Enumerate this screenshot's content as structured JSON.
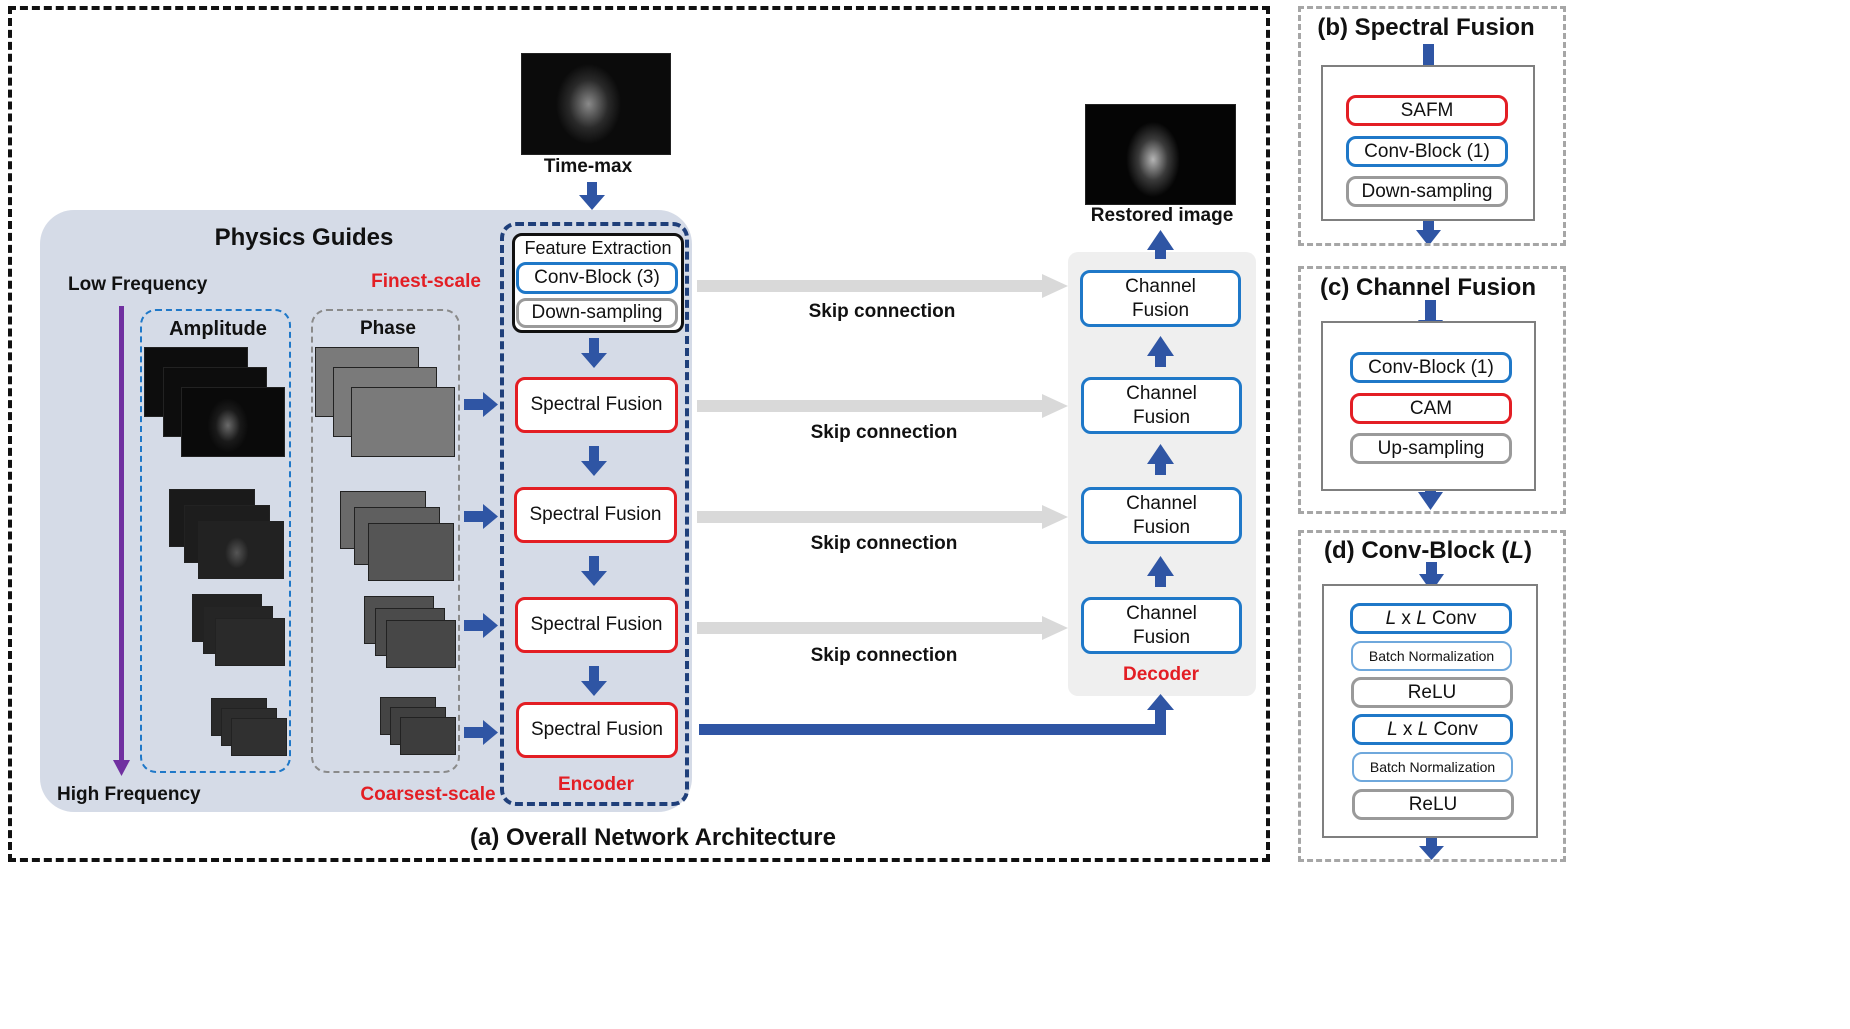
{
  "panel_a": {
    "caption": "(a) Overall Network Architecture",
    "physics_guides_title": "Physics Guides",
    "low_frequency": "Low Frequency",
    "high_frequency": "High Frequency",
    "amplitude": "Amplitude",
    "phase": "Phase",
    "finest_scale": "Finest-scale",
    "coarsest_scale": "Coarsest-scale",
    "time_max": "Time-max",
    "restored_image": "Restored image",
    "feature_extraction": "Feature Extraction",
    "conv_block_3": "Conv-Block (3)",
    "down_sampling": "Down-sampling",
    "spectral_fusion": "Spectral Fusion",
    "encoder": "Encoder",
    "decoder": "Decoder",
    "channel_fusion_line1": "Channel",
    "channel_fusion_line2": "Fusion",
    "skip_connection": "Skip connection"
  },
  "panel_b": {
    "title": "(b) Spectral Fusion",
    "items": [
      "SAFM",
      "Conv-Block (1)",
      "Down-sampling"
    ]
  },
  "panel_c": {
    "title": "(c) Channel Fusion",
    "items": [
      "Conv-Block (1)",
      "CAM",
      "Up-sampling"
    ]
  },
  "panel_d": {
    "title_prefix": "(d) Conv-Block (",
    "title_var": "L",
    "title_suffix": ")",
    "conv_var": "L",
    "conv_mid": " x ",
    "conv_label": " Conv",
    "batch_norm": "Batch Normalization",
    "relu": "ReLU"
  },
  "colors": {
    "accent_red": "#e31e24",
    "box_blue": "#1f78c8",
    "arrow_blue": "#2f55a4",
    "arrow_purple": "#7030a0",
    "physics_bg": "#d5dbe7",
    "decoder_bg": "#efefef"
  }
}
